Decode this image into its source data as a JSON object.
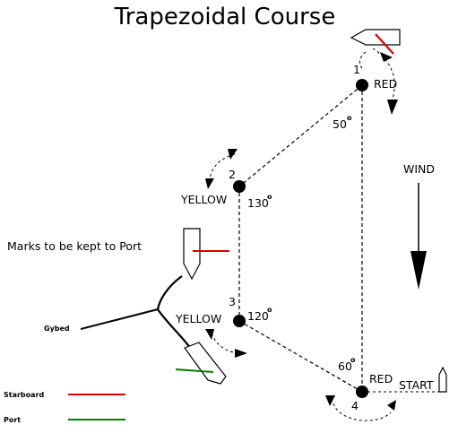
{
  "title": "Trapezoidal Course",
  "instruction": "Marks to be kept to Port",
  "wind_label": "WIND",
  "start_label": "START",
  "marks": [
    {
      "number": "1",
      "color": "RED",
      "angle": "50"
    },
    {
      "number": "2",
      "color": "YELLOW",
      "angle": "130"
    },
    {
      "number": "3",
      "color": "YELLOW",
      "angle": "120"
    },
    {
      "number": "4",
      "color": "RED",
      "angle": "60"
    }
  ],
  "degree_symbol": "o",
  "gybed_label": "Gybed",
  "legend": [
    {
      "label": "Starboard",
      "color": "#e00000"
    },
    {
      "label": "Port",
      "color": "#008000"
    }
  ]
}
